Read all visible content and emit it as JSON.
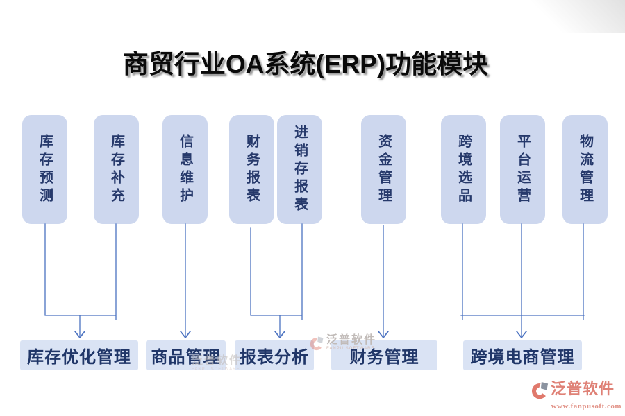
{
  "title": "商贸行业OA系统(ERP)功能模块",
  "modules": [
    {
      "label": "库存预测"
    },
    {
      "label": "库存补充"
    },
    {
      "label": "信息维护"
    },
    {
      "label": "财务报表"
    },
    {
      "label": "进销存报表"
    },
    {
      "label": "资金管理"
    },
    {
      "label": "跨境选品"
    },
    {
      "label": "平台运营"
    },
    {
      "label": "物流管理"
    }
  ],
  "categories": [
    {
      "label": "库存优化管理"
    },
    {
      "label": "商品管理"
    },
    {
      "label": "报表分析"
    },
    {
      "label": "财务管理"
    },
    {
      "label": "跨境电商管理"
    }
  ],
  "connections": [
    {
      "sources": [
        "库存预测",
        "库存补充"
      ],
      "target": "库存优化管理"
    },
    {
      "sources": [
        "信息维护"
      ],
      "target": "商品管理"
    },
    {
      "sources": [
        "财务报表",
        "进销存报表"
      ],
      "target": "报表分析"
    },
    {
      "sources": [
        "资金管理"
      ],
      "target": "财务管理"
    },
    {
      "sources": [
        "跨境选品",
        "平台运营",
        "物流管理"
      ],
      "target": "跨境电商管理"
    }
  ],
  "watermark": {
    "brand": "泛普软件",
    "brand_en": "FANPU SOFTWARE"
  },
  "footer": {
    "brand": "泛普软件",
    "url": "www.fanpusoft.com"
  },
  "colors": {
    "module_fill": "#cdd7ee",
    "module_text": "#26396b",
    "category_fill": "#dae3f4",
    "category_text": "#203668",
    "connector": "#4b72c1",
    "brand_salmon": "#df8176"
  }
}
